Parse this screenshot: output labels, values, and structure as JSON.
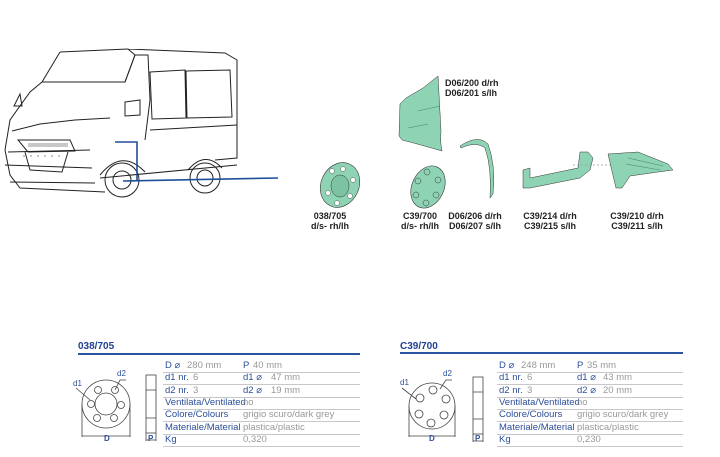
{
  "parts": [
    {
      "code1": "038/705",
      "code2": "d/s- rh/lh"
    },
    {
      "code1": "C39/700",
      "code2": "d/s- rh/lh"
    },
    {
      "code1": "D06/200 d/rh",
      "code2": "D06/201 s/lh"
    },
    {
      "code1": "D06/206 d/rh",
      "code2": "D06/207 s/lh"
    },
    {
      "code1": "C39/214 d/rh",
      "code2": "C39/215 s/lh"
    },
    {
      "code1": "C39/210 d/rh",
      "code2": "C39/211 s/lh"
    }
  ],
  "diagram_labels": {
    "d1": "d1",
    "d2": "d2",
    "D": "D",
    "P": "P"
  },
  "colors": {
    "part_green": "#8fd3b5",
    "accent_blue": "#2b55a0",
    "label_blue": "#2b4f98"
  },
  "specs": [
    {
      "title": "038/705",
      "rows": [
        {
          "l1": "D ⌀",
          "v1": "280 mm",
          "l2": "P",
          "v2": "40 mm"
        },
        {
          "l1": "d1 nr.",
          "v1": "6",
          "l2": "d1 ⌀",
          "v2": "47 mm"
        },
        {
          "l1": "d2 nr.",
          "v1": "3",
          "l2": "d2 ⌀",
          "v2": "19 mm"
        },
        {
          "l1": "Ventilata/Ventilated",
          "v1": "no"
        },
        {
          "l1": "Colore/Colours",
          "v1": "grigio scuro/dark grey"
        },
        {
          "l1": "Materiale/Material",
          "v1": "plastica/plastic"
        },
        {
          "l1": "Kg",
          "v1": "0,320"
        }
      ]
    },
    {
      "title": "C39/700",
      "rows": [
        {
          "l1": "D ⌀",
          "v1": "248 mm",
          "l2": "P",
          "v2": "35 mm"
        },
        {
          "l1": "d1 nr.",
          "v1": "6",
          "l2": "d1 ⌀",
          "v2": "43 mm"
        },
        {
          "l1": "d2 nr.",
          "v1": "3",
          "l2": "d2 ⌀",
          "v2": "20 mm"
        },
        {
          "l1": "Ventilata/Ventilated",
          "v1": "no"
        },
        {
          "l1": "Colore/Colours",
          "v1": "grigio scuro/dark grey"
        },
        {
          "l1": "Materiale/Material",
          "v1": "plastica/plastic"
        },
        {
          "l1": "Kg",
          "v1": "0,230"
        }
      ]
    }
  ]
}
